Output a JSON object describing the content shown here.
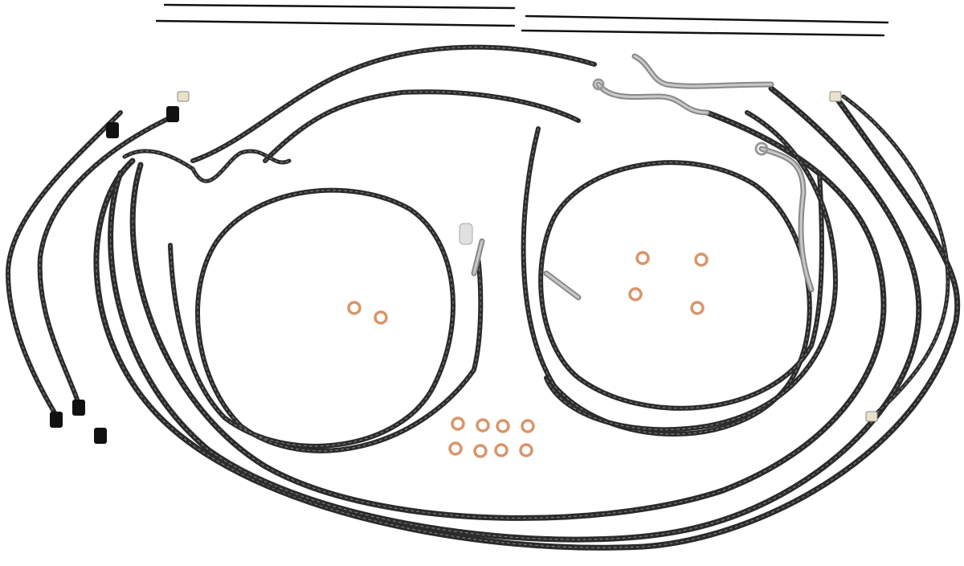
{
  "photo": {
    "subject": "cable-and-brake-line-kit",
    "colors": {
      "background": "#ffffff",
      "braided_line": "#2b2b2b",
      "braid_highlight": "#7a7a7a",
      "chrome": "#c8c8c8",
      "copper_washer": "#d9956a",
      "connector": "#111111"
    },
    "washer_count": 14,
    "zip_tie_count": 4
  }
}
